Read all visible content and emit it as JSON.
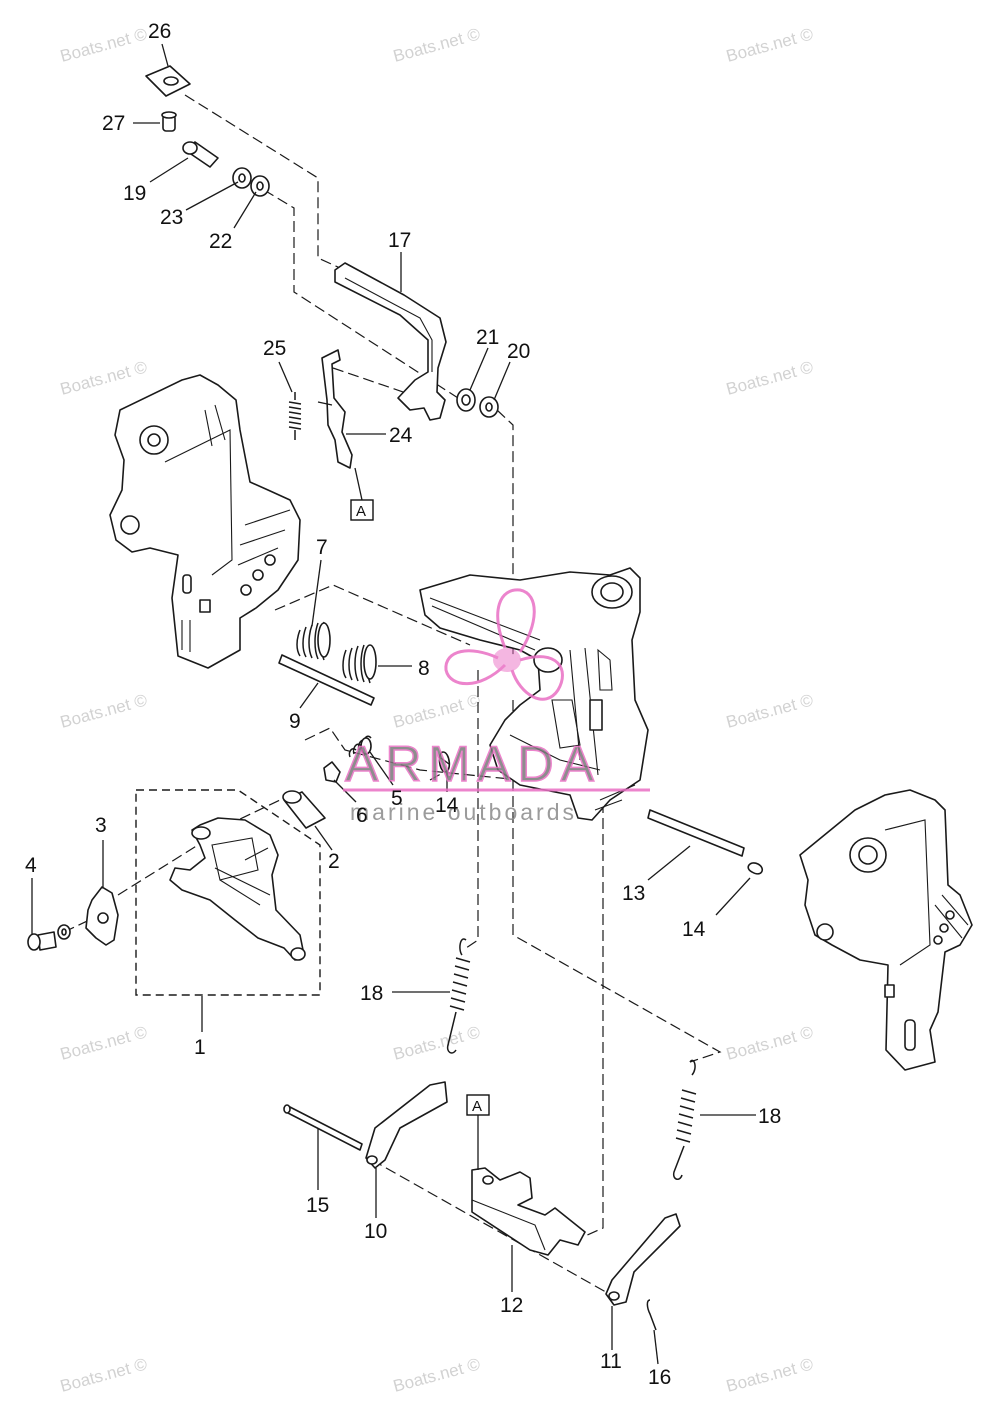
{
  "colors": {
    "line": "#1a1a1a",
    "watermark": "#d2d2d2",
    "logo_pink": "#e96fc4",
    "logo_text": "#7a7a7a"
  },
  "watermark_text": "Boats.net ©",
  "logo": {
    "word": "ARMADA",
    "tagline": "marine outboards",
    "icon": "propeller-icon"
  },
  "reference_markers": [
    {
      "label": "A"
    },
    {
      "label": "A"
    }
  ],
  "callouts": [
    {
      "label": "26"
    },
    {
      "label": "27"
    },
    {
      "label": "19"
    },
    {
      "label": "23"
    },
    {
      "label": "22"
    },
    {
      "label": "17"
    },
    {
      "label": "21"
    },
    {
      "label": "20"
    },
    {
      "label": "25"
    },
    {
      "label": "24"
    },
    {
      "label": "7"
    },
    {
      "label": "8"
    },
    {
      "label": "9"
    },
    {
      "label": "5"
    },
    {
      "label": "14"
    },
    {
      "label": "6"
    },
    {
      "label": "2"
    },
    {
      "label": "3"
    },
    {
      "label": "4"
    },
    {
      "label": "1"
    },
    {
      "label": "13"
    },
    {
      "label": "14"
    },
    {
      "label": "18"
    },
    {
      "label": "18"
    },
    {
      "label": "15"
    },
    {
      "label": "10"
    },
    {
      "label": "12"
    },
    {
      "label": "11"
    },
    {
      "label": "16"
    }
  ]
}
